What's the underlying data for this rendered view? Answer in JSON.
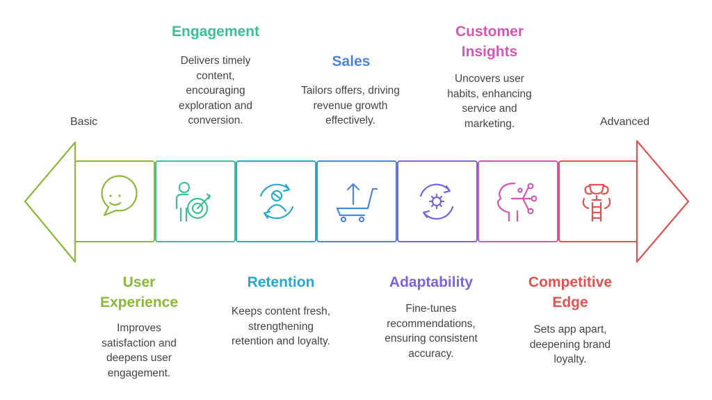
{
  "scale": {
    "start_label": "Basic",
    "end_label": "Advanced"
  },
  "colors": {
    "green": "#8bb83a",
    "teal": "#3cbf95",
    "cyan": "#2aa8cc",
    "blue": "#4c84e0",
    "purple": "#7a63dd",
    "pink": "#d457b1",
    "red": "#e05252",
    "text": "#444444"
  },
  "stages": [
    {
      "title": "User\nExperience",
      "description": "Improves\nsatisfaction and\ndeepens user\nengagement.",
      "icon": "speech-bubble-smile-icon",
      "color": "#8bb83a",
      "position": "below"
    },
    {
      "title": "Engagement",
      "description": "Delivers timely\ncontent,\nencouraging\nexploration and\nconversion.",
      "icon": "person-target-icon",
      "color": "#3cbf95",
      "position": "above"
    },
    {
      "title": "Retention",
      "description": "Keeps content fresh,\nstrengthening\nretention and loyalty.",
      "icon": "user-cycle-icon",
      "color": "#2aa8cc",
      "position": "below"
    },
    {
      "title": "Sales",
      "description": "Tailors offers, driving\nrevenue growth\neffectively.",
      "icon": "cart-upload-icon",
      "color": "#4c84e0",
      "position": "above"
    },
    {
      "title": "Adaptability",
      "description": "Fine-tunes\nrecommendations,\nensuring consistent\naccuracy.",
      "icon": "gear-refresh-icon",
      "color": "#7a63dd",
      "position": "below"
    },
    {
      "title": "Customer\nInsights",
      "description": "Uncovers user\nhabits, enhancing\nservice and\nmarketing.",
      "icon": "head-network-icon",
      "color": "#d457b1",
      "position": "above"
    },
    {
      "title": "Competitive\nEdge",
      "description": "Sets app apart,\ndeepening brand\nloyalty.",
      "icon": "trophy-ladder-icon",
      "color": "#e05252",
      "position": "below"
    }
  ]
}
